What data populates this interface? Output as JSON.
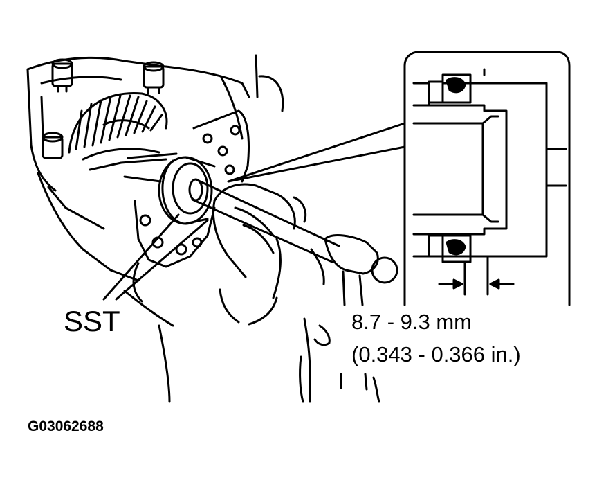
{
  "labels": {
    "tool": "SST",
    "depth_mm": "8.7 - 9.3 mm",
    "depth_in": "(0.343 - 0.366 in.)",
    "figure_id": "G03062688"
  }
}
